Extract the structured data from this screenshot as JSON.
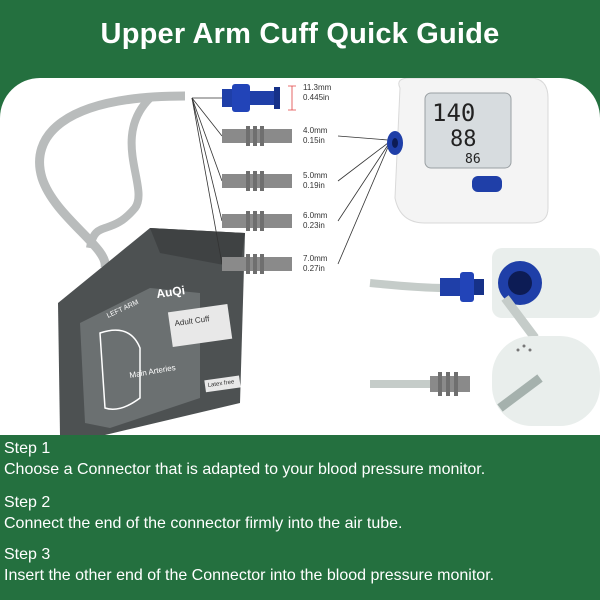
{
  "title": "Upper Arm Cuff Quick Guide",
  "connectors": [
    {
      "mm": "11.3mm",
      "in": "0.445in"
    },
    {
      "mm": "4.0mm",
      "in": "0.15in"
    },
    {
      "mm": "5.0mm",
      "in": "0.19in"
    },
    {
      "mm": "6.0mm",
      "in": "0.23in"
    },
    {
      "mm": "7.0mm",
      "in": "0.27in"
    }
  ],
  "monitor": {
    "sys": "140",
    "dia": "88",
    "pulse": "86"
  },
  "cuff": {
    "brand": "AuQi",
    "side": "LEFT ARM",
    "artery": "Main Arteries",
    "size": "Adult Cuff",
    "latex": "Latex free"
  },
  "steps": [
    {
      "head": "Step 1",
      "text": "Choose a Connector that is adapted to your blood pressure monitor."
    },
    {
      "head": "Step 2",
      "text": "Connect the end of the connector firmly into the air tube."
    },
    {
      "head": "Step 3",
      "text": "Insert the other end of the Connector into the blood pressure monitor."
    }
  ],
  "colors": {
    "background": "#24703f",
    "accent_blue": "#1f3fa8",
    "connector_gray": "#8a8a8a"
  }
}
